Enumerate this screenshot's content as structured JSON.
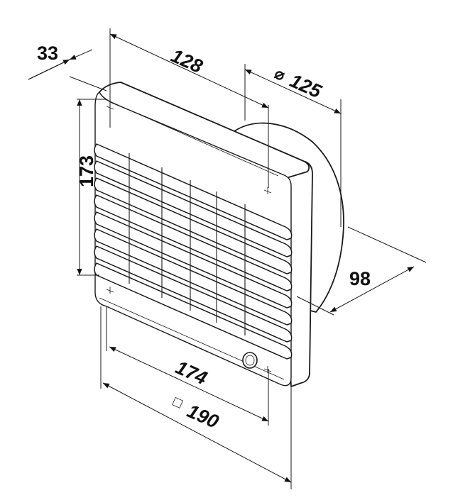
{
  "dimensions": {
    "depth_front": "33",
    "width_top": "128",
    "duct_diameter": "125",
    "duct_diameter_symbol": "⌀",
    "height": "173",
    "duct_depth": "98",
    "width_bottom": "174",
    "square_size": "190",
    "square_symbol": "□"
  }
}
